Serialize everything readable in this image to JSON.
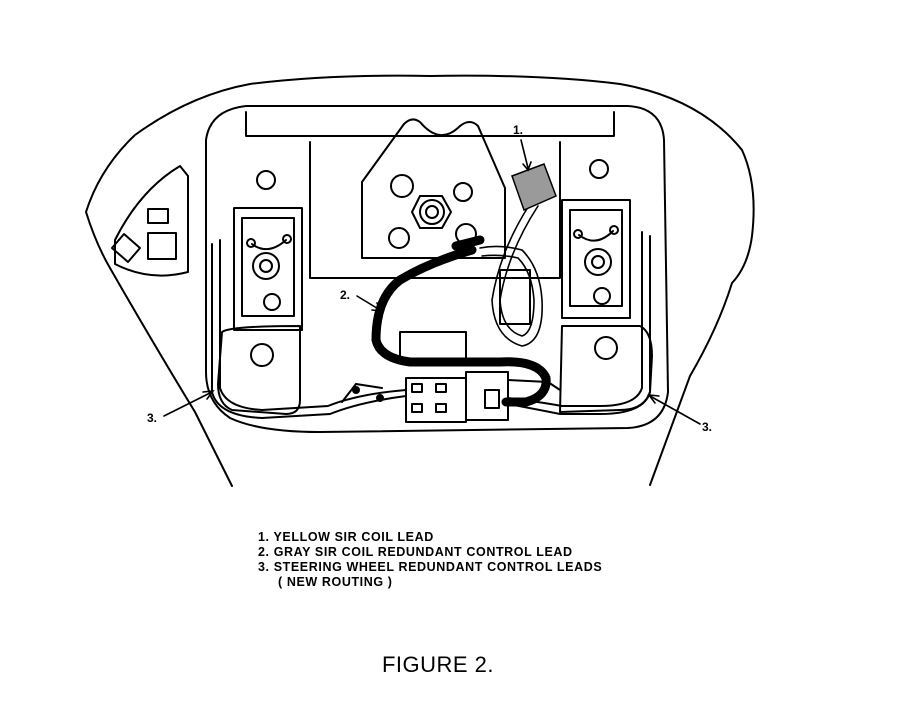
{
  "callouts": {
    "yellow_lead": "1.",
    "gray_lead": "2.",
    "steering_left": "3.",
    "steering_right": "3."
  },
  "legend": {
    "items": [
      "1. YELLOW SIR COIL LEAD",
      "2. GRAY SIR COIL REDUNDANT CONTROL LEAD",
      "3. STEERING WHEEL REDUNDANT CONTROL LEADS"
    ],
    "note": "( NEW ROUTING )"
  },
  "figure_title": "FIGURE 2."
}
